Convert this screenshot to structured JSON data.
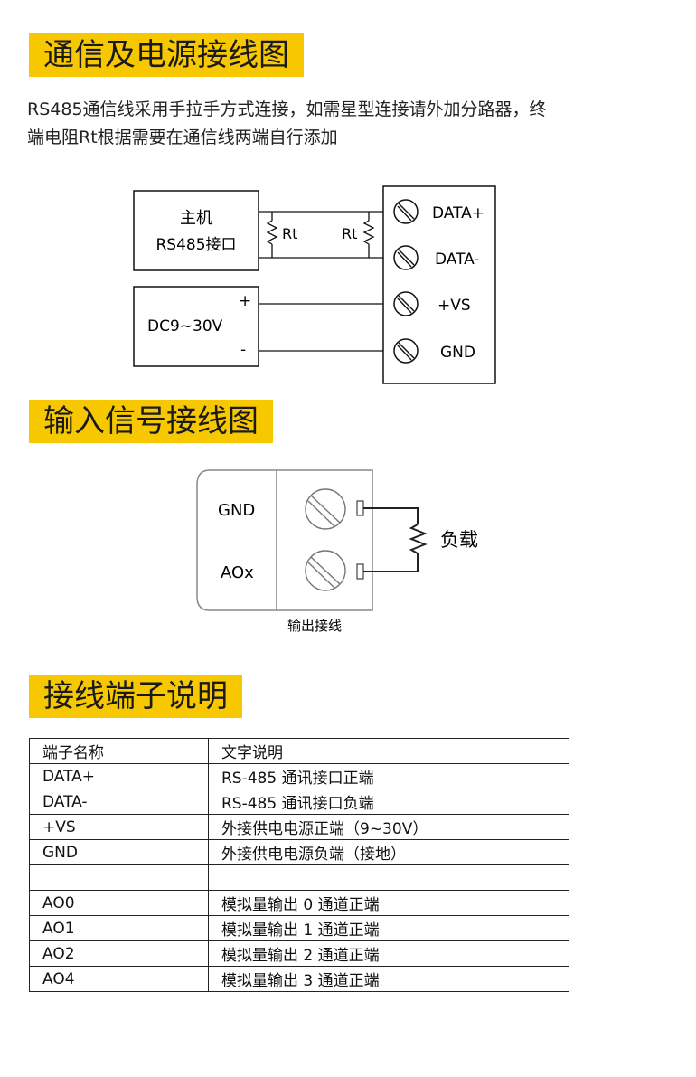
{
  "sections": {
    "comm_title": "通信及电源接线图",
    "input_title": "输入信号接线图",
    "terminal_title": "接线端子说明"
  },
  "intro": {
    "line1": "RS485通信线采用手拉手方式连接，如需星型连接请外加分路器，终",
    "line2": "端电阻Rt根据需要在通信线两端自行添加"
  },
  "comm_diagram": {
    "host_line1": "主机",
    "host_line2": "RS485接口",
    "rt_left": "Rt",
    "rt_right": "Rt",
    "power_label": "DC9~30V",
    "power_plus": "+",
    "power_minus": "-",
    "terminals": [
      "DATA+",
      "DATA-",
      "+VS",
      "GND"
    ]
  },
  "input_diagram": {
    "gnd_label": "GND",
    "aox_label": "AOx",
    "load_label": "负载",
    "caption": "输出接线"
  },
  "terminal_table": {
    "headers": [
      "端子名称",
      "文字说明"
    ],
    "rows": [
      [
        "DATA+",
        "RS-485 通讯接口正端"
      ],
      [
        "DATA-",
        "RS-485 通讯接口负端"
      ],
      [
        "+VS",
        "外接供电电源正端（9~30V）"
      ],
      [
        "GND",
        "外接供电电源负端（接地）"
      ],
      [
        "",
        ""
      ],
      [
        "AO0",
        "模拟量输出 0 通道正端"
      ],
      [
        "AO1",
        "模拟量输出 1 通道正端"
      ],
      [
        "AO2",
        "模拟量输出 2 通道正端"
      ],
      [
        "AO4",
        "模拟量输出 3 通道正端"
      ]
    ]
  }
}
